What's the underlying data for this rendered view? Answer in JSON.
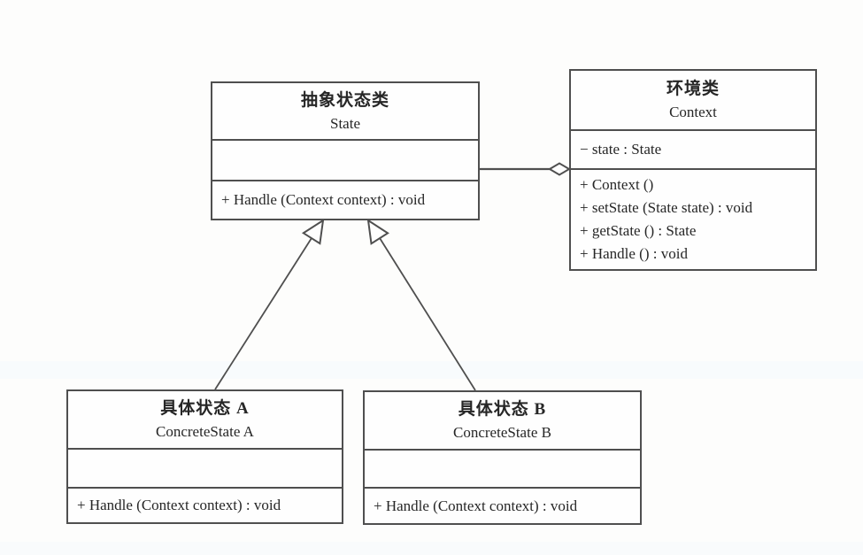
{
  "theme": {
    "line_color": "#4f4f4f",
    "text_color": "#262626",
    "bg_color": "#fdfdfc",
    "box_bg": "#fefefe",
    "tint_band": "#f4f9fd"
  },
  "diagram_type": "uml-class-diagram",
  "classes": {
    "state": {
      "name_cn": "抽象状态类",
      "name_en": "State",
      "attributes": [],
      "methods": [
        "+ Handle (Context context) : void"
      ]
    },
    "context": {
      "name_cn": "环境类",
      "name_en": "Context",
      "attributes": [
        "− state : State"
      ],
      "methods": [
        "+ Context ()",
        "+ setState (State state) : void",
        "+ getState () : State",
        "+ Handle () : void"
      ]
    },
    "concrete_a": {
      "name_cn": "具体状态 A",
      "name_en": "ConcreteState A",
      "attributes": [],
      "methods": [
        "+ Handle (Context context) : void"
      ]
    },
    "concrete_b": {
      "name_cn": "具体状态 B",
      "name_en": "ConcreteState B",
      "attributes": [],
      "methods": [
        "+ Handle (Context context) : void"
      ]
    }
  },
  "relations": [
    {
      "type": "aggregation",
      "from": "State",
      "to": "Context"
    },
    {
      "type": "inheritance",
      "from": "ConcreteState A",
      "to": "State"
    },
    {
      "type": "inheritance",
      "from": "ConcreteState B",
      "to": "State"
    }
  ]
}
